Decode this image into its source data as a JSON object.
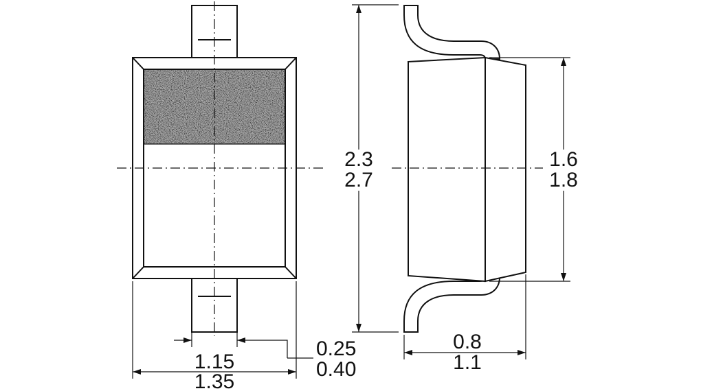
{
  "dimensions": {
    "height_min": "2.3",
    "height_max": "2.7",
    "body_height_min": "1.6",
    "body_height_max": "1.8",
    "body_width_min": "1.15",
    "body_width_max": "1.35",
    "lead_width_min": "0.25",
    "lead_width_max": "0.40",
    "thickness_min": "0.8",
    "thickness_max": "1.1"
  },
  "colors": {
    "line": "#111111",
    "marking": "#a9a9a9",
    "background": "#ffffff"
  }
}
